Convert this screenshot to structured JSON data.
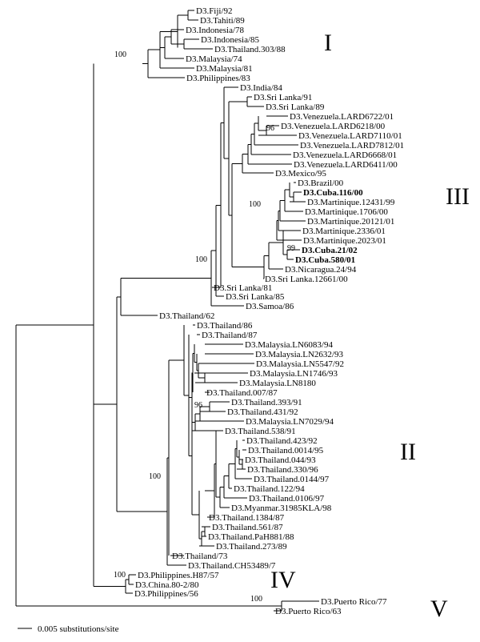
{
  "taxa": [
    {
      "label": "D3.Fiji/92",
      "bold": false
    },
    {
      "label": "D3.Tahiti/89",
      "bold": false
    },
    {
      "label": "D3.Indonesia/78",
      "bold": false
    },
    {
      "label": "D3.Indonesia/85",
      "bold": false
    },
    {
      "label": "D3.Thailand.303/88",
      "bold": false
    },
    {
      "label": "D3.Malaysia/74",
      "bold": false
    },
    {
      "label": "D3.Malaysia/81",
      "bold": false
    },
    {
      "label": "D3.Philippines/83",
      "bold": false
    },
    {
      "label": "D3.India/84",
      "bold": false
    },
    {
      "label": "D3.Sri Lanka/91",
      "bold": false
    },
    {
      "label": "D3.Sri Lanka/89",
      "bold": false
    },
    {
      "label": "D3.Venezuela.LARD6722/01",
      "bold": false
    },
    {
      "label": "D3.Venezuela.LARD6218/00",
      "bold": false
    },
    {
      "label": "D3.Venezuela.LARD7110/01",
      "bold": false
    },
    {
      "label": "D3.Venezuela.LARD7812/01",
      "bold": false
    },
    {
      "label": "D3.Venezuela.LARD6668/01",
      "bold": false
    },
    {
      "label": "D3.Venezuela.LARD6411/00",
      "bold": false
    },
    {
      "label": "D3.Mexico/95",
      "bold": false
    },
    {
      "label": "D3.Brazil/00",
      "bold": false
    },
    {
      "label": "D3.Cuba.116/00",
      "bold": true
    },
    {
      "label": "D3.Martinique.12431/99",
      "bold": false
    },
    {
      "label": "D3.Martinique.1706/00",
      "bold": false
    },
    {
      "label": "D3.Martinique.20121/01",
      "bold": false
    },
    {
      "label": "D3.Martinique.2336/01",
      "bold": false
    },
    {
      "label": "D3.Martinique.2023/01",
      "bold": false
    },
    {
      "label": "D3.Cuba.21/02",
      "bold": true
    },
    {
      "label": "D3.Cuba.580/01",
      "bold": true
    },
    {
      "label": "D3.Nicaragua.24/94",
      "bold": false
    },
    {
      "label": "D3.Sri Lanka.12661/00",
      "bold": false
    },
    {
      "label": "D3.Sri Lanka/81",
      "bold": false
    },
    {
      "label": "D3.Sri Lanka/85",
      "bold": false
    },
    {
      "label": "D3.Samoa/86",
      "bold": false
    },
    {
      "label": "D3.Thailand/62",
      "bold": false
    },
    {
      "label": "D3.Thailand/86",
      "bold": false
    },
    {
      "label": "D3.Thailand/87",
      "bold": false
    },
    {
      "label": "D3.Malaysia.LN6083/94",
      "bold": false
    },
    {
      "label": "D3.Malaysia.LN2632/93",
      "bold": false
    },
    {
      "label": "D3.Malaysia.LN5547/92",
      "bold": false
    },
    {
      "label": "D3.Malaysia.LN1746/93",
      "bold": false
    },
    {
      "label": "D3.Malaysia.LN8180",
      "bold": false
    },
    {
      "label": "D3.Thailand.007/87",
      "bold": false
    },
    {
      "label": "D3.Thailand.393/91",
      "bold": false
    },
    {
      "label": "D3.Thailand.431/92",
      "bold": false
    },
    {
      "label": "D3.Malaysia.LN7029/94",
      "bold": false
    },
    {
      "label": "D3.Thailand.538/91",
      "bold": false
    },
    {
      "label": "D3.Thailand.423/92",
      "bold": false
    },
    {
      "label": "D3.Thailand.0014/95",
      "bold": false
    },
    {
      "label": "D3.Thailand.044/93",
      "bold": false
    },
    {
      "label": "D3.Thailand.330/96",
      "bold": false
    },
    {
      "label": "D3.Thailand.0144/97",
      "bold": false
    },
    {
      "label": "D3.Thailand.122/94",
      "bold": false
    },
    {
      "label": "D3.Thailand.0106/97",
      "bold": false
    },
    {
      "label": "D3.Myanmar.31985KLA/98",
      "bold": false
    },
    {
      "label": "D3.Thailand.1384/87",
      "bold": false
    },
    {
      "label": "D3.Thailand.561/87",
      "bold": false
    },
    {
      "label": "D3.Thailand.PaH881/88",
      "bold": false
    },
    {
      "label": "D3.Thailand.273/89",
      "bold": false
    },
    {
      "label": "D3.Thailand/73",
      "bold": false
    },
    {
      "label": "D3.Thailand.CH53489/7",
      "bold": false
    },
    {
      "label": "D3.Philippines.H87/57",
      "bold": false
    },
    {
      "label": "D3.China.80-2/80",
      "bold": false
    },
    {
      "label": "D3.Philippines/56",
      "bold": false
    },
    {
      "label": "D3.Puerto Rico/77",
      "bold": false
    },
    {
      "label": "D3.Puerto Rico/63",
      "bold": false
    }
  ],
  "support_values": [
    "100",
    "96",
    "100",
    "99",
    "100",
    "96",
    "100",
    "100",
    "100"
  ],
  "clades": [
    "I",
    "III",
    "II",
    "IV",
    "V"
  ],
  "scale_bar": {
    "label": "0.005 substitutions/site"
  }
}
